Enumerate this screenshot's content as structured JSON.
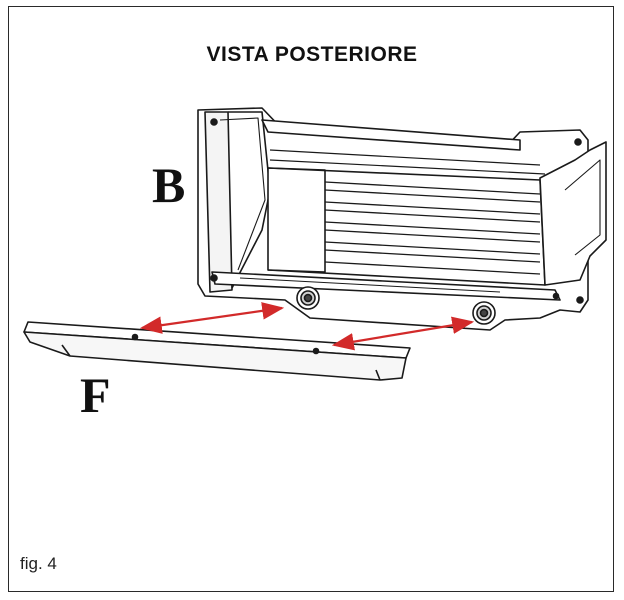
{
  "title": "VISTA POSTERIORE",
  "labels": {
    "b": "B",
    "f": "F"
  },
  "caption": "fig. 4",
  "colors": {
    "lines": "#1a1a1a",
    "arrows": "#d22a2a"
  }
}
